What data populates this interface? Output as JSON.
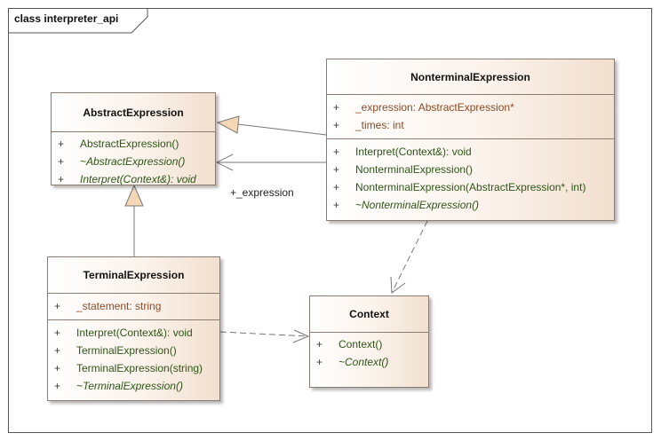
{
  "diagram": {
    "frame_title": "class interpreter_api",
    "association_role": "+_expression",
    "classes": {
      "abstract_expression": {
        "name": "AbstractExpression",
        "operations": [
          {
            "visibility": "+",
            "text": "AbstractExpression()",
            "abstract": false
          },
          {
            "visibility": "+",
            "text": "~AbstractExpression()",
            "abstract": true
          },
          {
            "visibility": "+",
            "text": "Interpret(Context&): void",
            "abstract": true
          }
        ]
      },
      "nonterminal_expression": {
        "name": "NonterminalExpression",
        "attributes": [
          {
            "visibility": "+",
            "text": "_expression: AbstractExpression*"
          },
          {
            "visibility": "+",
            "text": "_times: int"
          }
        ],
        "operations": [
          {
            "visibility": "+",
            "text": "Interpret(Context&): void",
            "abstract": false
          },
          {
            "visibility": "+",
            "text": "NonterminalExpression()",
            "abstract": false
          },
          {
            "visibility": "+",
            "text": "NonterminalExpression(AbstractExpression*, int)",
            "abstract": false
          },
          {
            "visibility": "+",
            "text": "~NonterminalExpression()",
            "abstract": true
          }
        ]
      },
      "terminal_expression": {
        "name": "TerminalExpression",
        "attributes": [
          {
            "visibility": "+",
            "text": "_statement: string"
          }
        ],
        "operations": [
          {
            "visibility": "+",
            "text": "Interpret(Context&): void",
            "abstract": false
          },
          {
            "visibility": "+",
            "text": "TerminalExpression()",
            "abstract": false
          },
          {
            "visibility": "+",
            "text": "TerminalExpression(string)",
            "abstract": false
          },
          {
            "visibility": "+",
            "text": "~TerminalExpression()",
            "abstract": true
          }
        ]
      },
      "context": {
        "name": "Context",
        "operations": [
          {
            "visibility": "+",
            "text": "Context()",
            "abstract": false
          },
          {
            "visibility": "+",
            "text": "~Context()",
            "abstract": true
          }
        ]
      }
    }
  },
  "colors": {
    "class_border": "#8a7c70",
    "class_fill_light": "#ffffff",
    "class_fill_dark": "#f2dfcf",
    "attribute_text": "#8b4a24",
    "operation_text": "#2d5416",
    "connector_line": "#777777",
    "generalization_fill": "#f5d7b5"
  }
}
